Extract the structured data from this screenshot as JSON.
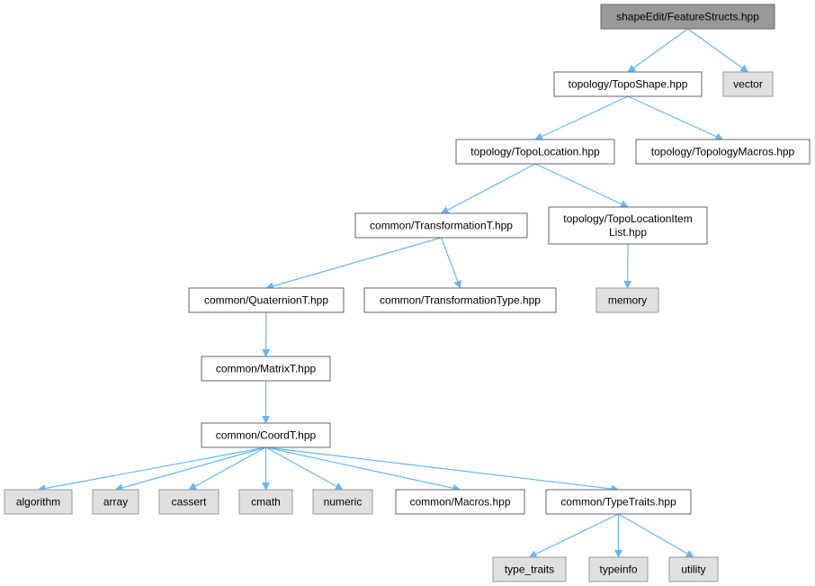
{
  "colors": {
    "root_fill": "#999999",
    "local_fill": "#ffffff",
    "local_stroke": "#666666",
    "system_fill": "#e0e0e0",
    "system_stroke": "#999999",
    "edge": "#63b8ff",
    "text": "#000000"
  },
  "nodes": [
    {
      "id": "feature_structs",
      "kind": "root",
      "lines": [
        "shapeEdit/FeatureStructs.hpp"
      ]
    },
    {
      "id": "vector",
      "kind": "system",
      "lines": [
        "vector"
      ]
    },
    {
      "id": "topo_shape",
      "kind": "local",
      "lines": [
        "topology/TopoShape.hpp"
      ]
    },
    {
      "id": "topo_location",
      "kind": "local",
      "lines": [
        "topology/TopoLocation.hpp"
      ]
    },
    {
      "id": "topology_macros",
      "kind": "local",
      "lines": [
        "topology/TopologyMacros.hpp"
      ]
    },
    {
      "id": "transformation_t",
      "kind": "local",
      "lines": [
        "common/TransformationT.hpp"
      ]
    },
    {
      "id": "topo_location_item_list",
      "kind": "local",
      "lines": [
        "topology/TopoLocationItem",
        "List.hpp"
      ]
    },
    {
      "id": "quaternion_t",
      "kind": "local",
      "lines": [
        "common/QuaternionT.hpp"
      ]
    },
    {
      "id": "transformation_type",
      "kind": "local",
      "lines": [
        "common/TransformationType.hpp"
      ]
    },
    {
      "id": "memory",
      "kind": "system",
      "lines": [
        "memory"
      ]
    },
    {
      "id": "matrix_t",
      "kind": "local",
      "lines": [
        "common/MatrixT.hpp"
      ]
    },
    {
      "id": "coord_t",
      "kind": "local",
      "lines": [
        "common/CoordT.hpp"
      ]
    },
    {
      "id": "algorithm",
      "kind": "system",
      "lines": [
        "algorithm"
      ]
    },
    {
      "id": "array",
      "kind": "system",
      "lines": [
        "array"
      ]
    },
    {
      "id": "cassert",
      "kind": "system",
      "lines": [
        "cassert"
      ]
    },
    {
      "id": "cmath",
      "kind": "system",
      "lines": [
        "cmath"
      ]
    },
    {
      "id": "numeric",
      "kind": "system",
      "lines": [
        "numeric"
      ]
    },
    {
      "id": "macros",
      "kind": "local",
      "lines": [
        "common/Macros.hpp"
      ]
    },
    {
      "id": "type_traits_hpp",
      "kind": "local",
      "lines": [
        "common/TypeTraits.hpp"
      ]
    },
    {
      "id": "type_traits",
      "kind": "system",
      "lines": [
        "type_traits"
      ]
    },
    {
      "id": "typeinfo",
      "kind": "system",
      "lines": [
        "typeinfo"
      ]
    },
    {
      "id": "utility",
      "kind": "system",
      "lines": [
        "utility"
      ]
    }
  ],
  "edges": [
    [
      "feature_structs",
      "topo_shape"
    ],
    [
      "feature_structs",
      "vector"
    ],
    [
      "topo_shape",
      "topo_location"
    ],
    [
      "topo_shape",
      "topology_macros"
    ],
    [
      "topo_location",
      "transformation_t"
    ],
    [
      "topo_location",
      "topo_location_item_list"
    ],
    [
      "transformation_t",
      "quaternion_t"
    ],
    [
      "transformation_t",
      "transformation_type"
    ],
    [
      "topo_location_item_list",
      "memory"
    ],
    [
      "quaternion_t",
      "matrix_t"
    ],
    [
      "matrix_t",
      "coord_t"
    ],
    [
      "coord_t",
      "algorithm"
    ],
    [
      "coord_t",
      "array"
    ],
    [
      "coord_t",
      "cassert"
    ],
    [
      "coord_t",
      "cmath"
    ],
    [
      "coord_t",
      "numeric"
    ],
    [
      "coord_t",
      "macros"
    ],
    [
      "coord_t",
      "type_traits_hpp"
    ],
    [
      "type_traits_hpp",
      "type_traits"
    ],
    [
      "type_traits_hpp",
      "typeinfo"
    ],
    [
      "type_traits_hpp",
      "utility"
    ]
  ]
}
